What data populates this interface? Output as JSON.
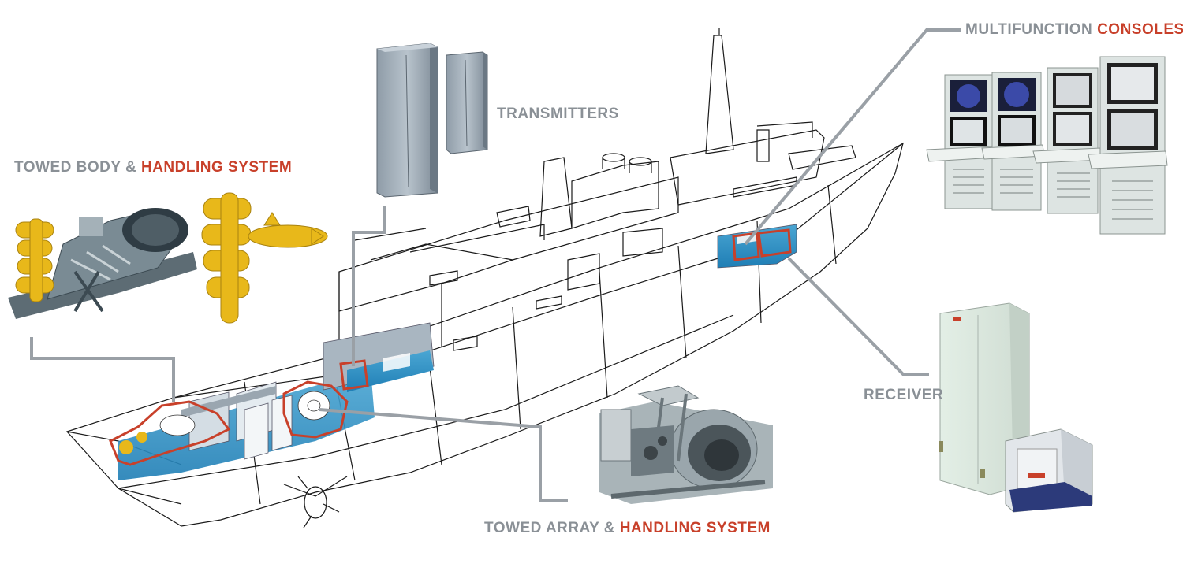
{
  "labels": {
    "towed_body": {
      "part1": "TOWED BODY & ",
      "part2": "HANDLING SYSTEM"
    },
    "transmitters": {
      "text": "TRANSMITTERS"
    },
    "consoles": {
      "part1": "MULTIFUNCTION ",
      "part2": "CONSOLES"
    },
    "receiver": {
      "text": "RECEIVER"
    },
    "towed_array": {
      "part1": "TOWED ARRAY & ",
      "part2": "HANDLING SYSTEM"
    }
  },
  "colors": {
    "label_gray": "#8a9096",
    "accent_red": "#c8402a",
    "leader_line": "#9aa0a6",
    "hull_outline": "#1a1a1a",
    "compartment_blue": "#2e8fc4",
    "equipment_yellow": "#e8b81a"
  }
}
